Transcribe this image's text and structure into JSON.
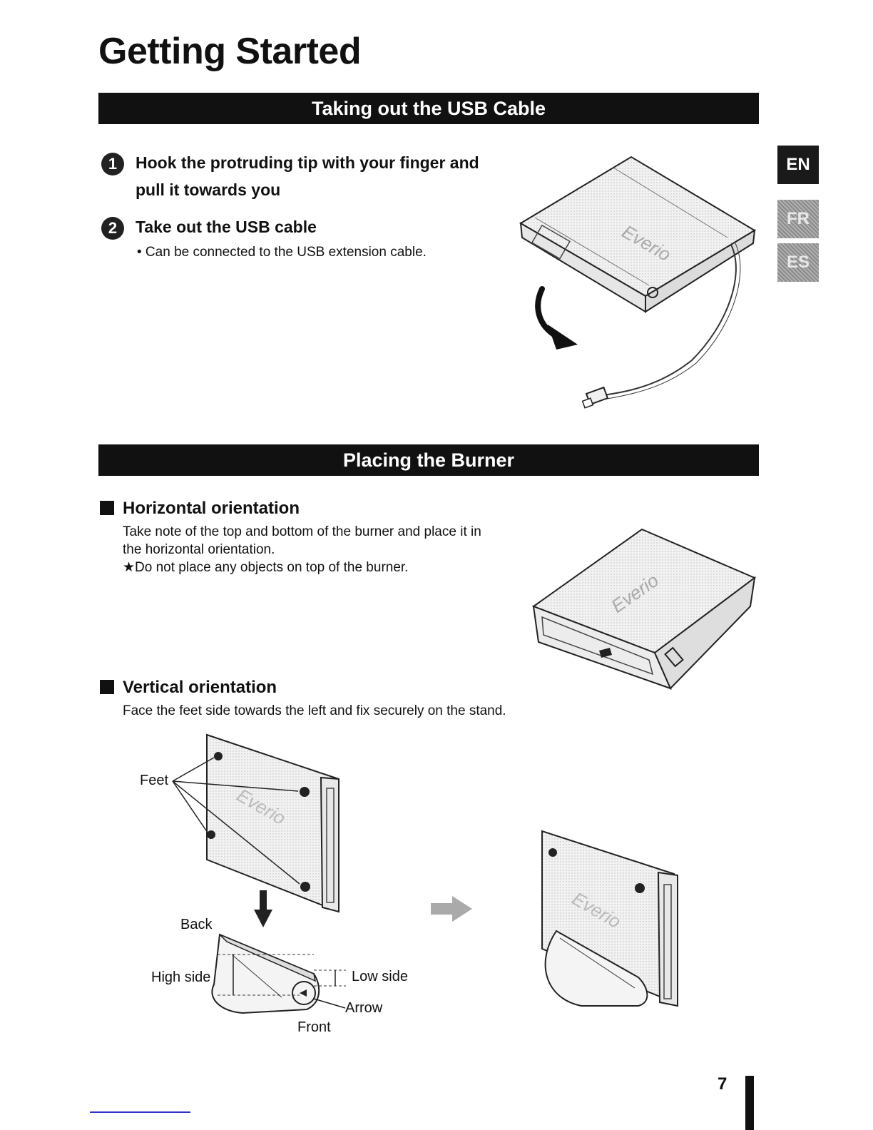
{
  "page": {
    "title": "Getting Started",
    "page_number": "7"
  },
  "lang_tabs": [
    {
      "label": "EN",
      "active": true
    },
    {
      "label": "FR",
      "active": false
    },
    {
      "label": "ES",
      "active": false
    }
  ],
  "section_usb": {
    "heading": "Taking out the USB Cable",
    "steps": [
      {
        "number": "1",
        "line1": "Hook the protruding tip with your finger and",
        "line2": "pull it towards you"
      },
      {
        "number": "2",
        "line1": "Take out the USB cable"
      }
    ],
    "bullet": "• Can be connected to the USB extension cable.",
    "illustration_brand": "Everio"
  },
  "section_burner": {
    "heading": "Placing the Burner",
    "horizontal": {
      "heading": "Horizontal orientation",
      "line1": "Take note of the top and bottom of the burner and place it in",
      "line2": "the horizontal orientation.",
      "note": "★Do not place any objects on top of the burner."
    },
    "vertical": {
      "heading": "Vertical orientation",
      "text": "Face the feet side towards the left and fix securely on the stand.",
      "labels": {
        "feet": "Feet",
        "back": "Back",
        "high_side": "High side",
        "low_side": "Low side",
        "arrow": "Arrow",
        "front": "Front"
      }
    }
  }
}
